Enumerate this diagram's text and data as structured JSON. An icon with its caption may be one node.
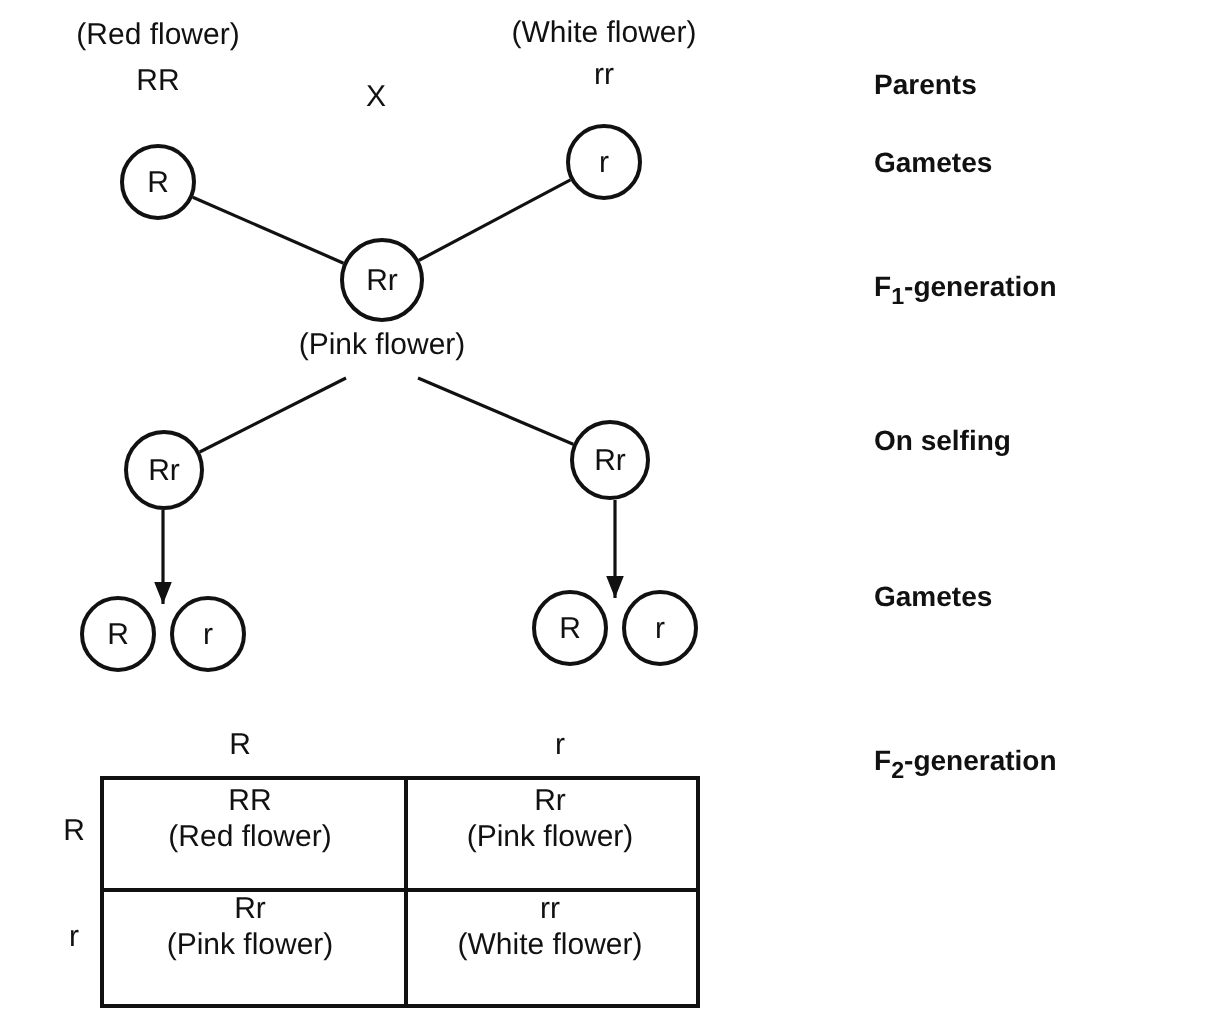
{
  "diagram": {
    "nodes": [
      {
        "text": [
          "R"
        ],
        "beside": [
          "(Red flower)",
          "RR"
        ]
      },
      {
        "text": [
          "r"
        ],
        "beside": [
          "(White flower)",
          "rr"
        ]
      },
      {
        "text": [
          "Rr"
        ],
        "beside": [
          "(Pink flower)"
        ]
      },
      {
        "text": [
          "Rr"
        ]
      },
      {
        "text": [
          "Rr"
        ]
      },
      {
        "text": [
          "R"
        ]
      },
      {
        "text": [
          "r"
        ]
      },
      {
        "text": [
          "R"
        ]
      },
      {
        "text": [
          "r"
        ]
      }
    ],
    "edges": [
      {
        "from": 0,
        "to": 2,
        "arrow": "none"
      },
      {
        "from": 1,
        "to": 2,
        "arrow": "none"
      },
      {
        "from": 2,
        "to": 3,
        "arrow": "none"
      },
      {
        "from": 2,
        "to": 4,
        "arrow": "none"
      },
      {
        "from": 3,
        "to": 5,
        "arrow": "to"
      },
      {
        "from": 3,
        "to": 6,
        "arrow": "to"
      },
      {
        "from": 4,
        "to": 7,
        "arrow": "to"
      },
      {
        "from": 4,
        "to": 8,
        "arrow": "to"
      }
    ],
    "labels": [
      "X",
      "Parents",
      "Gametes",
      "F$_{1}$-generation",
      "On selfing",
      "Gametes",
      "R",
      "r",
      "F$_{2}$-generation",
      "R",
      "RR",
      "(Red flower)",
      "Rr",
      "(Pink flower)",
      "r",
      "Rr",
      "(Pink flower)",
      "rr",
      "(White flower)"
    ]
  }
}
